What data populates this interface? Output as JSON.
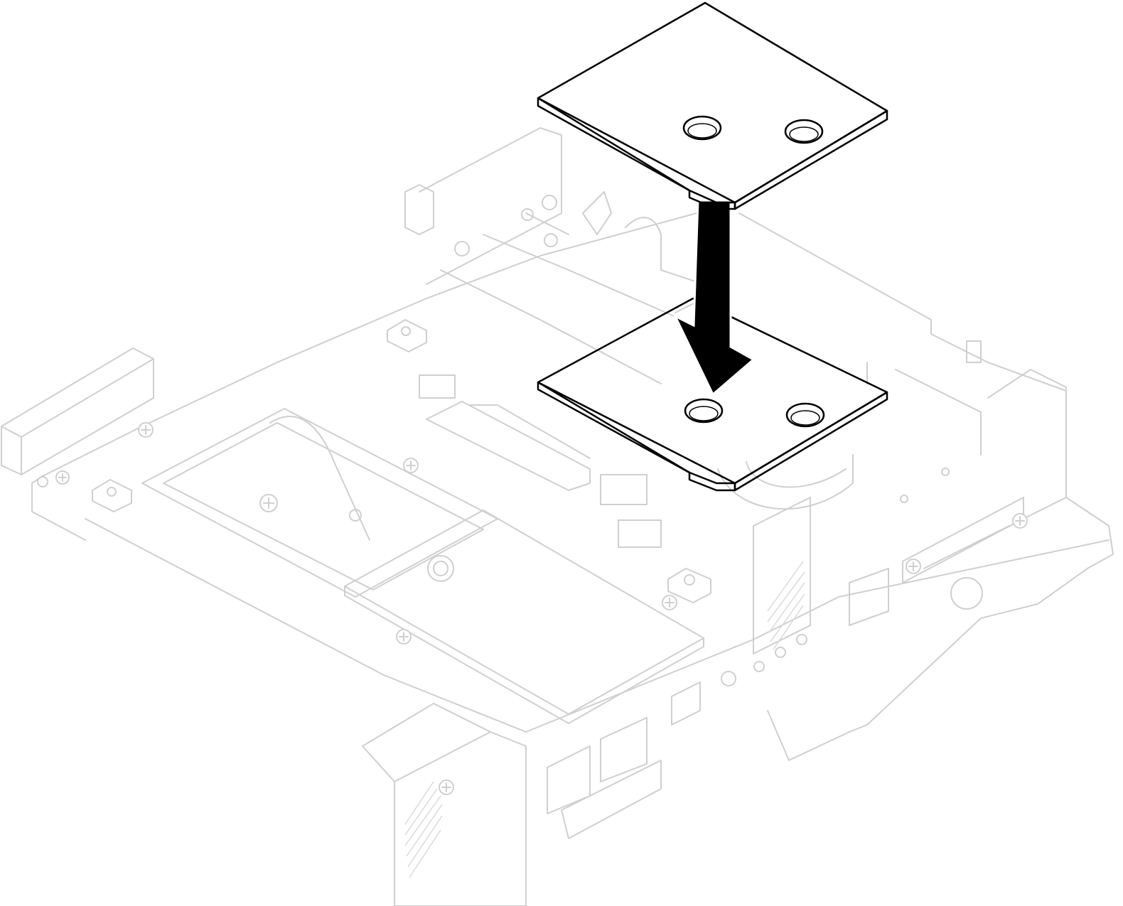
{
  "figure": {
    "domain": "Diagram",
    "description_text": "",
    "colors": {
      "background": "#ffffff",
      "faint_outline": "#cfcfcf",
      "top_pad_fill": "#dcdcdc",
      "bottom_pad_fill": "#b3b3b3",
      "pad_edge": "#000000",
      "arrow": "#000000"
    },
    "icons": [
      "thermal-pad-top",
      "thermal-pad-installed",
      "install-arrow-down",
      "screw-icon"
    ]
  }
}
